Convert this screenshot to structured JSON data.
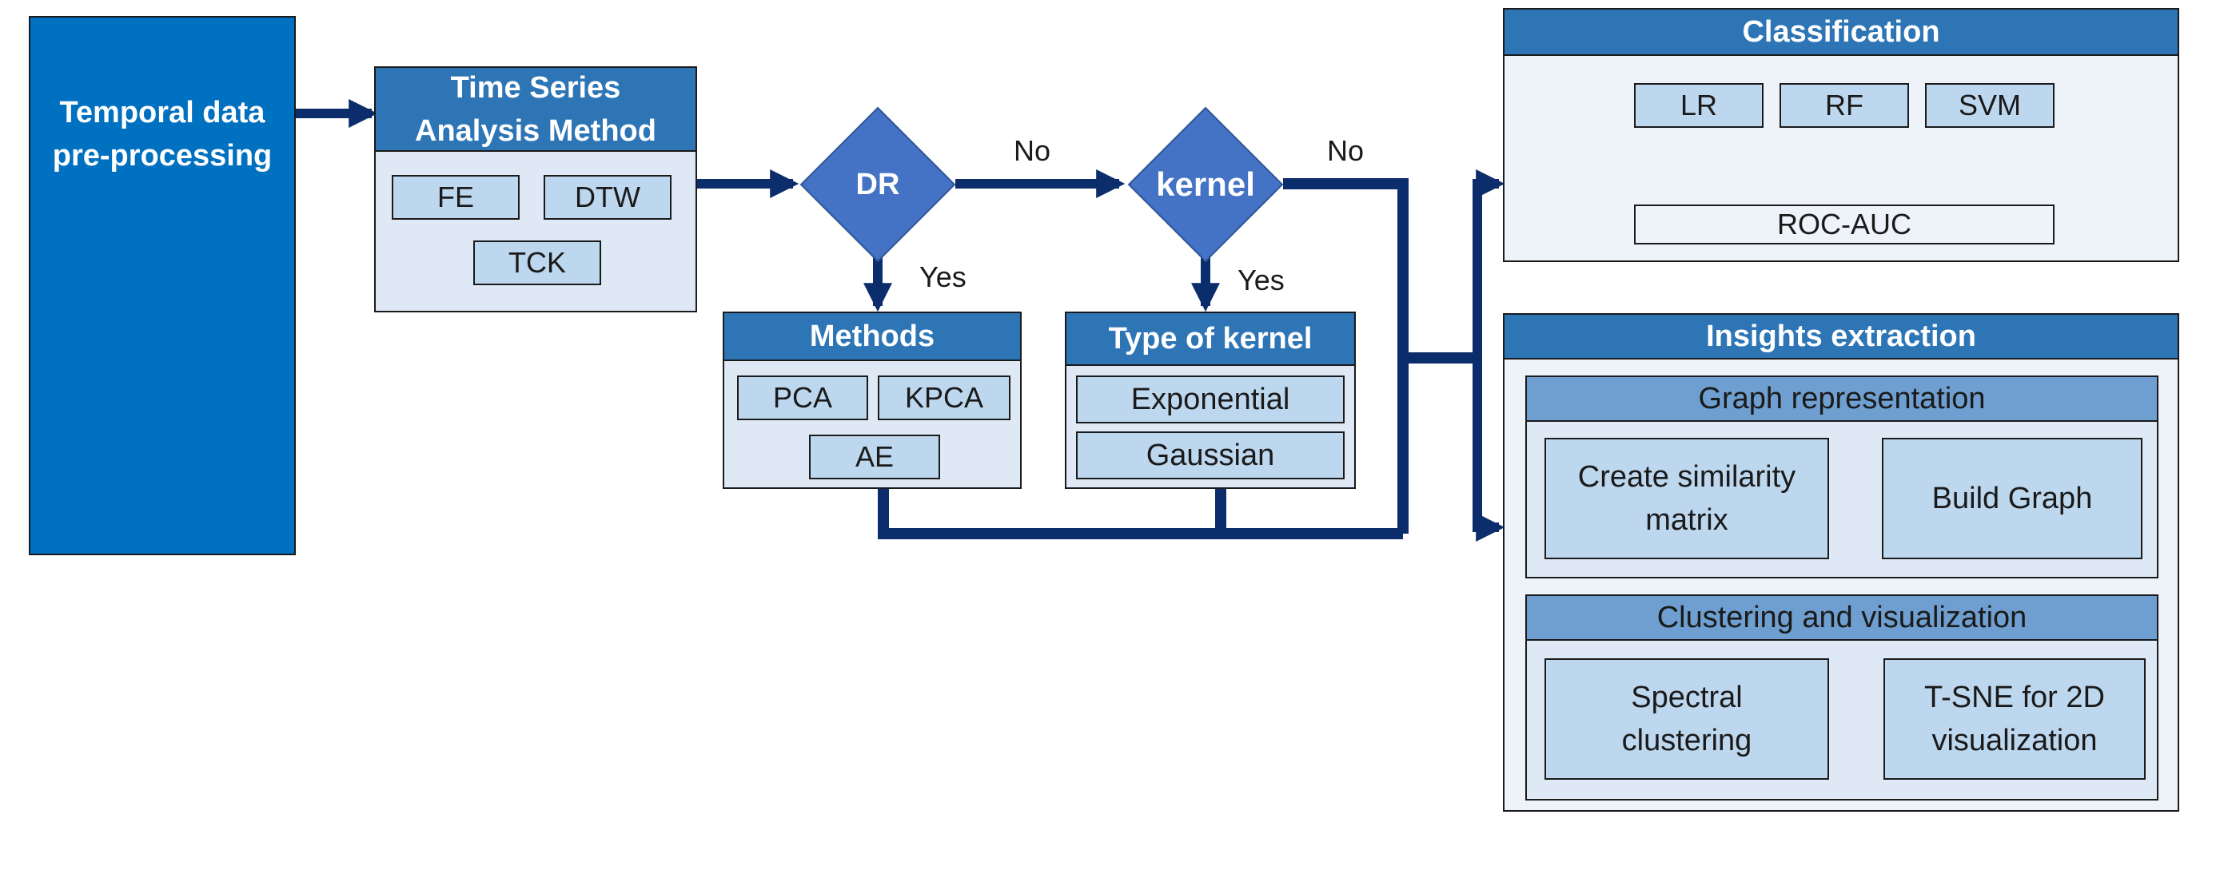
{
  "input": {
    "label": "Temporal data\npre-processing"
  },
  "tsa": {
    "title": "Time Series\nAnalysis Method",
    "methods": [
      "FE",
      "DTW",
      "TCK"
    ]
  },
  "dr": {
    "label": "DR",
    "no": "No",
    "yes": "Yes"
  },
  "kernel": {
    "label": "kernel",
    "no": "No",
    "yes": "Yes"
  },
  "methods": {
    "title": "Methods",
    "items": [
      "PCA",
      "KPCA",
      "AE"
    ]
  },
  "kernel_types": {
    "title": "Type of kernel",
    "items": [
      "Exponential",
      "Gaussian"
    ]
  },
  "classification": {
    "title": "Classification",
    "models": [
      "LR",
      "RF",
      "SVM"
    ],
    "metric": "ROC-AUC"
  },
  "insights": {
    "title": "Insights extraction",
    "graph": {
      "title": "Graph representation",
      "step1": "Create similarity\nmatrix",
      "step2": "Build Graph"
    },
    "clustering": {
      "title": "Clustering and visualization",
      "step1": "Spectral\nclustering",
      "step2": "T-SNE for 2D\nvisualization"
    }
  },
  "colors": {
    "arrow": "#0c2d6b",
    "input_fill": "#0070c0",
    "header_fill": "#2e75b6",
    "diamond_fill": "#4472c4",
    "light_fill": "#bdd7ee"
  }
}
